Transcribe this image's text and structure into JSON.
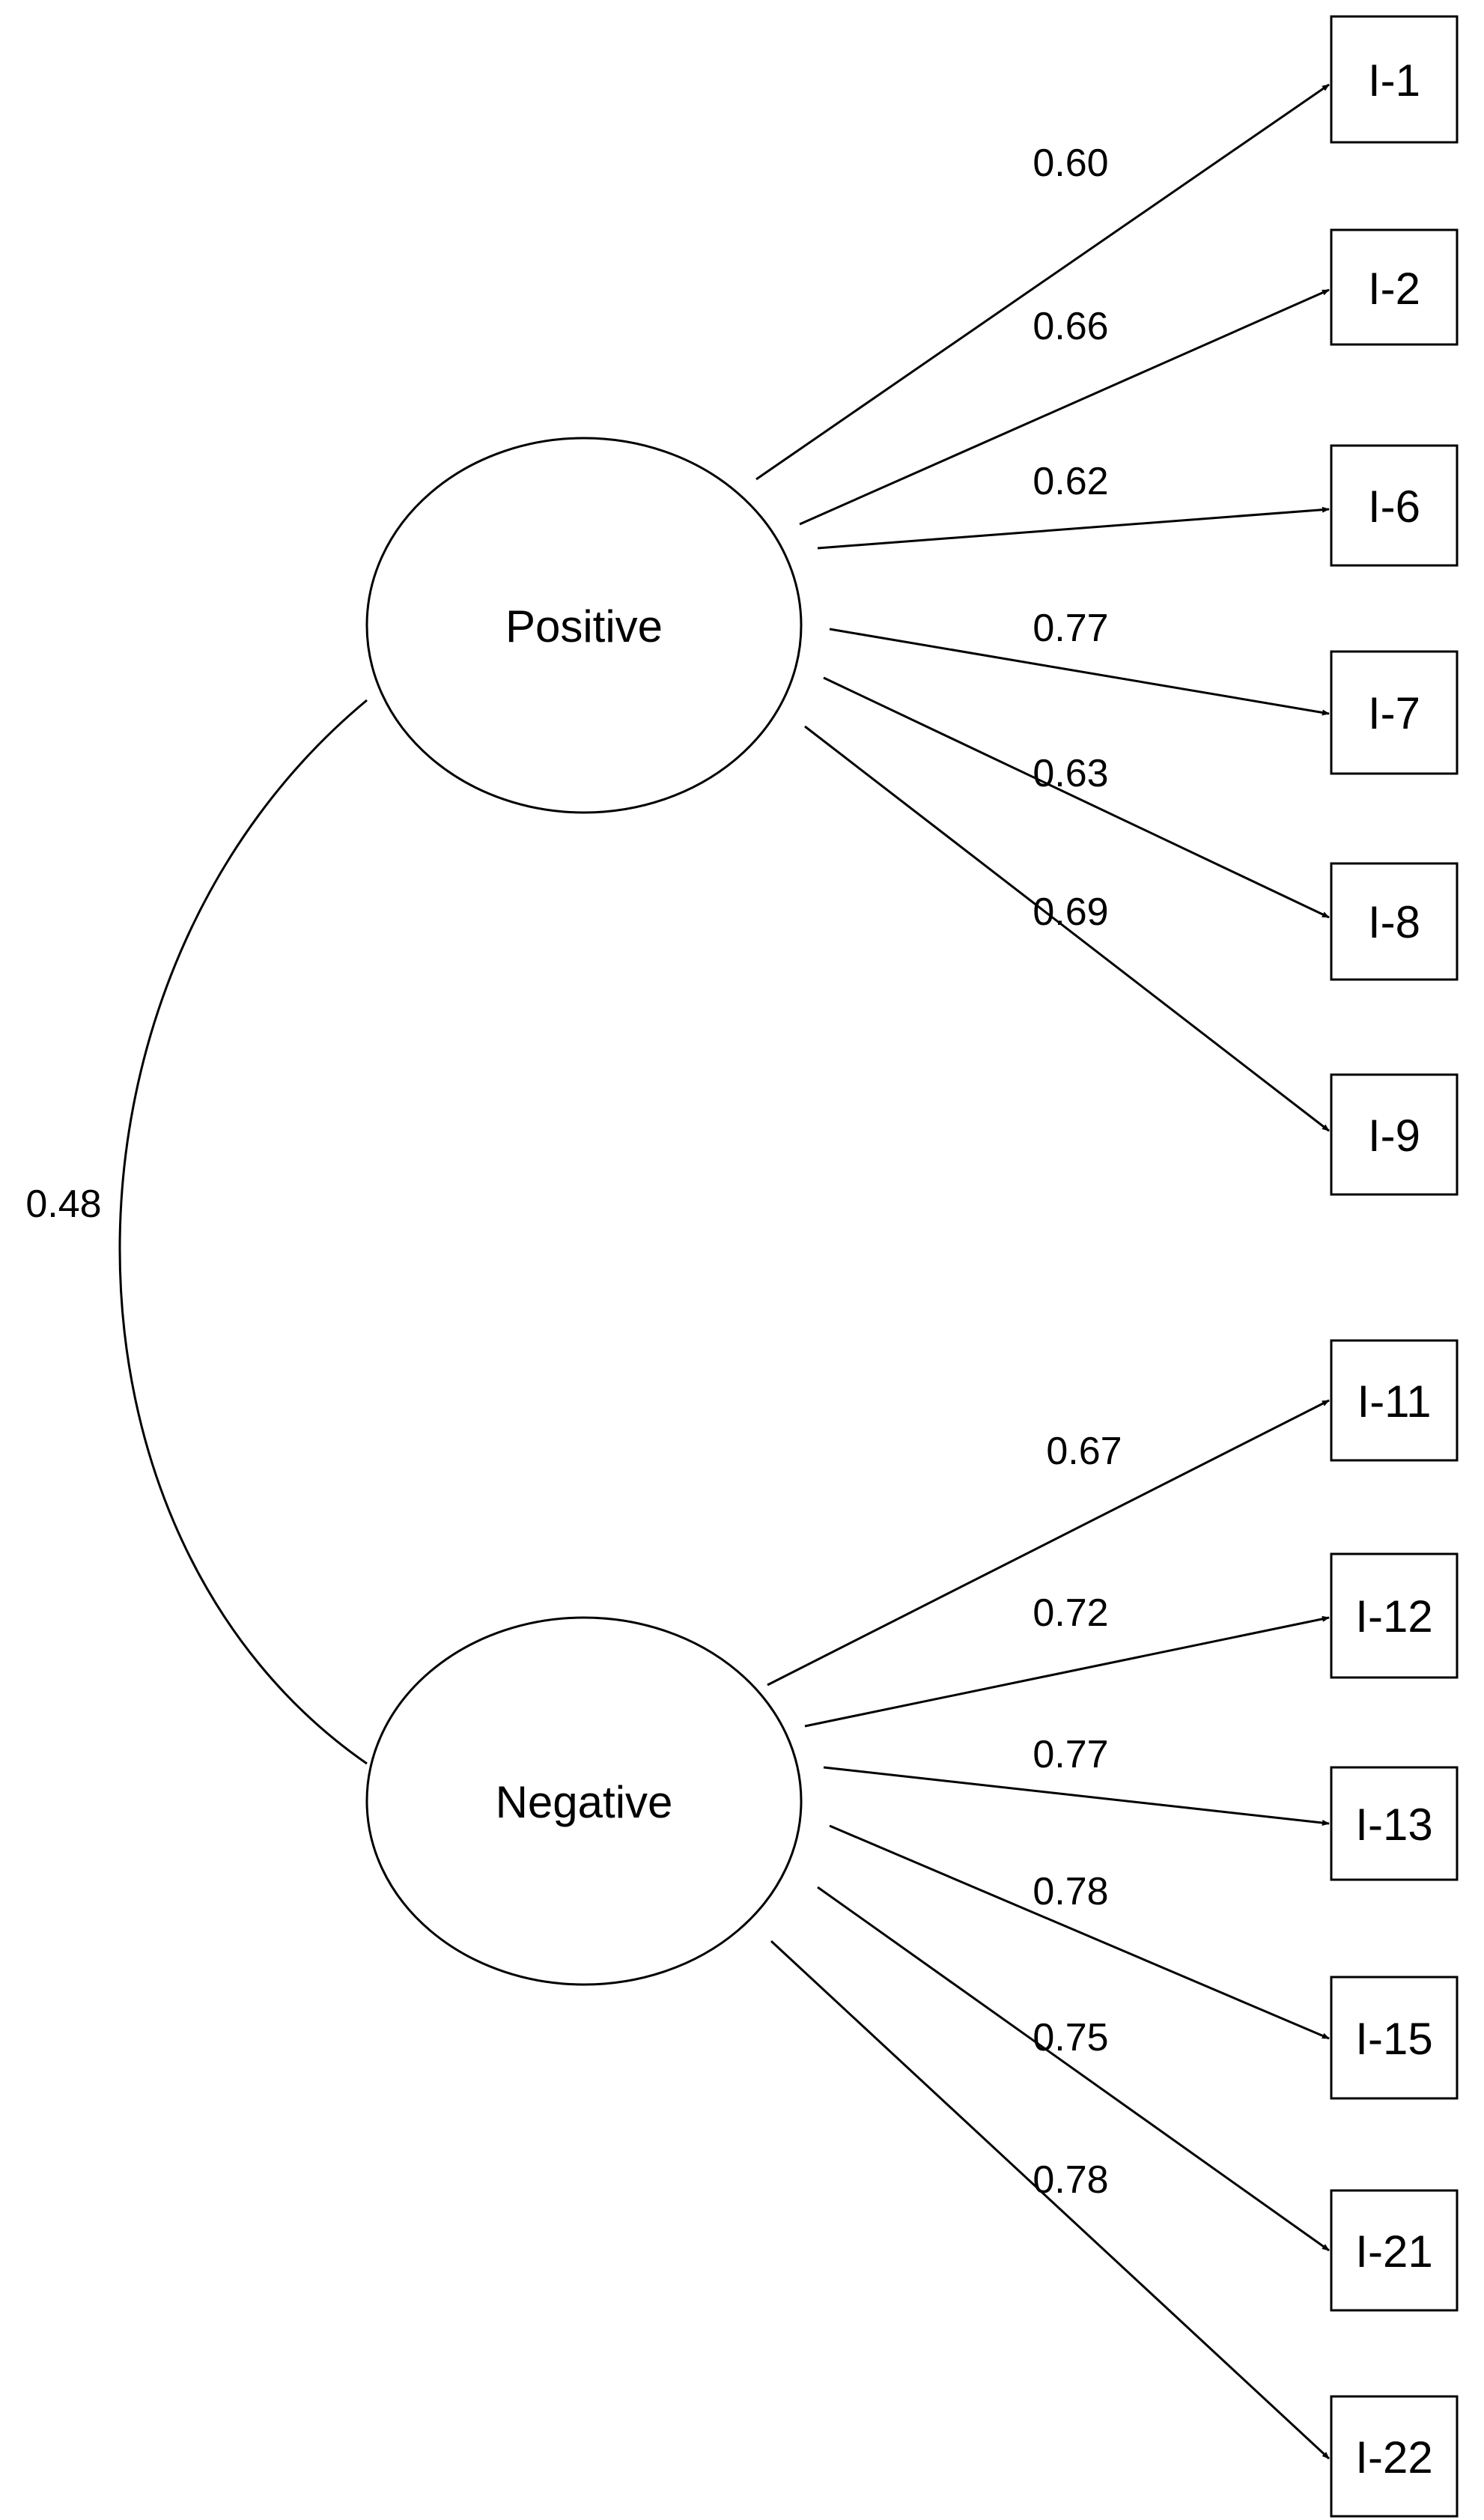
{
  "factors": [
    {
      "id": "positive",
      "label": "Positive"
    },
    {
      "id": "negative",
      "label": "Negative"
    }
  ],
  "correlation": {
    "value": "0.48"
  },
  "items": [
    {
      "label": "I-1",
      "loading": "0.60",
      "factor": "positive"
    },
    {
      "label": "I-2",
      "loading": "0.66",
      "factor": "positive"
    },
    {
      "label": "I-6",
      "loading": "0.62",
      "factor": "positive"
    },
    {
      "label": "I-7",
      "loading": "0.77",
      "factor": "positive"
    },
    {
      "label": "I-8",
      "loading": "0.63",
      "factor": "positive"
    },
    {
      "label": "I-9",
      "loading": "0.69",
      "factor": "positive"
    },
    {
      "label": "I-11",
      "loading": "0.67",
      "factor": "negative"
    },
    {
      "label": "I-12",
      "loading": "0.72",
      "factor": "negative"
    },
    {
      "label": "I-13",
      "loading": "0.77",
      "factor": "negative"
    },
    {
      "label": "I-15",
      "loading": "0.78",
      "factor": "negative"
    },
    {
      "label": "I-21",
      "loading": "0.75",
      "factor": "negative"
    },
    {
      "label": "I-22",
      "loading": "0.78",
      "factor": "negative"
    }
  ],
  "colors": {
    "stroke": "#000000",
    "background": "#ffffff"
  }
}
